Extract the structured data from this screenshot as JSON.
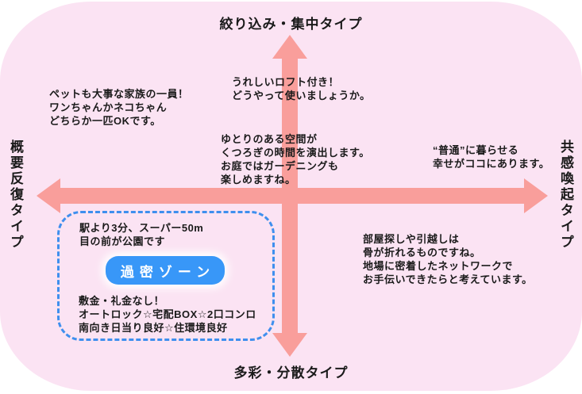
{
  "colors": {
    "canvas": "#ffffff",
    "background_pink": "#fbe3f3",
    "arrow_salmon": "#f99e9b",
    "zone_border_blue": "#3e8fee",
    "button_blue": "#3897f8",
    "button_text": "#ffffff",
    "text": "#1a1a1a"
  },
  "axes": {
    "top_label": "絞り込み・集中タイプ",
    "bottom_label": "多彩・分散タイプ",
    "left_label": "概要反復タイプ",
    "right_label": "共感喚起タイプ"
  },
  "notes": {
    "pet": {
      "text": "ペットも大事な家族の一員！\nワンちゃんかネコちゃん\nどちらか一匹OKです。"
    },
    "loft": {
      "text": "うれしいロフト付き！\nどうやって使いましょうか。"
    },
    "space": {
      "text": "ゆとりのある空間が\nくつろぎの時間を演出します。\nお庭ではガーデニングも\n楽しめますね。"
    },
    "ordinary": {
      "text": "“普通”に暮らせる\n幸せがココにあります。"
    },
    "moving": {
      "text": "部屋探しや引越しは\n骨が折れるものですね。\n地場に密着したネットワークで\nお手伝いできたらと考えています。"
    }
  },
  "dense_zone": {
    "location_text": "駅より3分、スーパー50m\n目の前が公園です",
    "button_label": "過密ゾーン",
    "features_text": "敷金・礼金なし！\nオートロック☆宅配BOX☆2口コンロ\n南向き日当り良好☆住環境良好"
  }
}
